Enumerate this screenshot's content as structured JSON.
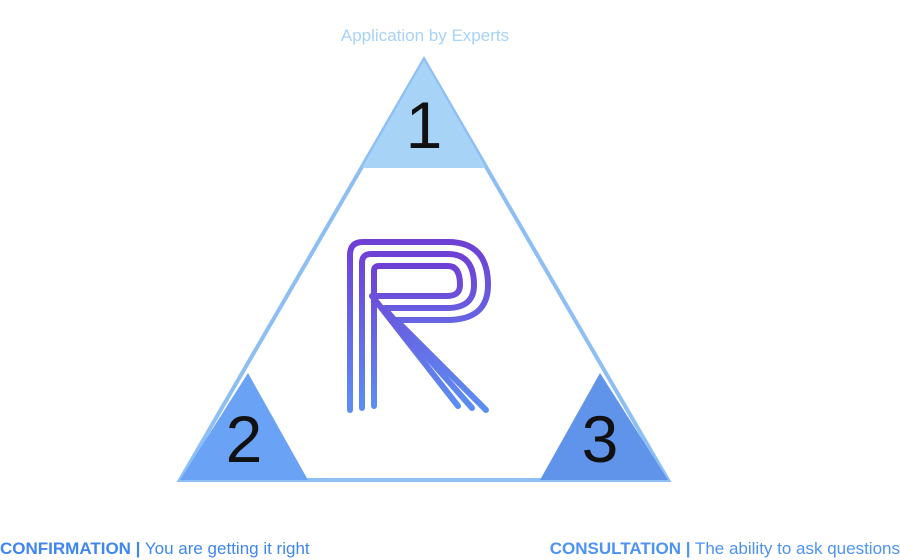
{
  "colors": {
    "top": "#a7d3f7",
    "left": "#6aa3f5",
    "right": "#5f94ea",
    "border": "#8dbff4",
    "logo_top": "#6f3fd4",
    "logo_bottom": "#5c8ef2",
    "caption_left": "#3e86f0",
    "caption_right": "#4d93f3"
  },
  "top_caption": "Application by Experts",
  "bottom_left": {
    "title": "CONFIRMATION |",
    "text": " You are getting it right"
  },
  "bottom_right": {
    "title": "CONSULTATION |",
    "text": " The ability to ask questions"
  },
  "corners": {
    "top": "1",
    "left": "2",
    "right": "3"
  },
  "logo_letter": "R"
}
